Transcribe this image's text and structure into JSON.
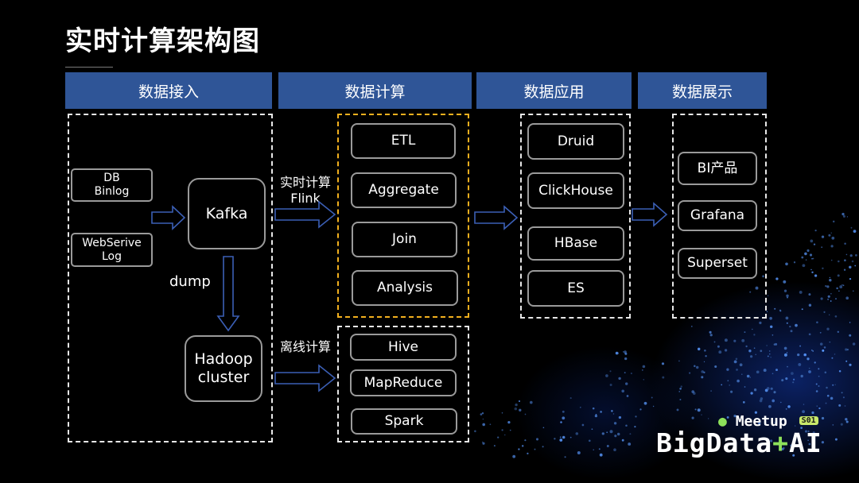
{
  "title": "实时计算架构图",
  "colors": {
    "header_bg": "#2f5597",
    "dashed_highlight": "#f2b01e",
    "dashed_normal": "#e8e8e8",
    "node_border": "#9a9a9a",
    "brand_accent": "#8de05a"
  },
  "headers": {
    "ingest": "数据接入",
    "compute": "数据计算",
    "apply": "数据应用",
    "display": "数据展示"
  },
  "ingest": {
    "db_binlog": "DB\nBinlog",
    "webserive_log": "WebSerive\nLog",
    "kafka": "Kafka",
    "dump": "dump",
    "hadoop": "Hadoop\ncluster"
  },
  "flows": {
    "realtime_label": "实时计算\nFlink",
    "offline_label": "离线计算"
  },
  "realtime_compute": [
    "ETL",
    "Aggregate",
    "Join",
    "Analysis"
  ],
  "offline_compute": [
    "Hive",
    "MapReduce",
    "Spark"
  ],
  "apply_items": [
    "Druid",
    "ClickHouse",
    "HBase",
    "ES"
  ],
  "display_items": [
    "BI产品",
    "Grafana",
    "Superset"
  ],
  "brand": {
    "meetup": "Meetup",
    "badge": "S01",
    "main_left": "BigData",
    "plus": "+",
    "main_right": "AI"
  }
}
